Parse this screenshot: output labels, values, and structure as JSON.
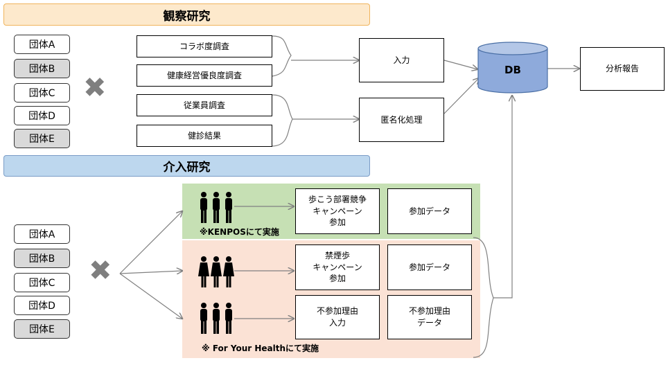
{
  "observational": {
    "title": "観察研究",
    "groups": [
      "団体A",
      "団体B",
      "団体C",
      "団体D",
      "団体E"
    ],
    "surveys": [
      "コラボ度調査",
      "健康経営優良度調査",
      "従業員調査",
      "健診結果"
    ],
    "input_label": "入力",
    "anonymize_label": "匿名化処理",
    "db_label": "DB",
    "report_label": "分析報告"
  },
  "intervention": {
    "title": "介入研究",
    "groups": [
      "団体A",
      "団体B",
      "団体C",
      "団体D",
      "団体E"
    ],
    "kenpos_note": "※KENPOSにて実施",
    "fyh_note": "※ For Your Healthにて実施",
    "campaign_walk": [
      "歩こう部署競争",
      "キャンペーン",
      "参加"
    ],
    "campaign_smoke": [
      "禁煙歩",
      "キャンペーン",
      "参加"
    ],
    "nonparticipation": [
      "不参加理由",
      "入力"
    ],
    "participation_data": "参加データ",
    "participation_data_2": "参加データ",
    "nonparticipation_data": [
      "不参加理由",
      "データ"
    ]
  },
  "cross_symbol": "✖",
  "colors": {
    "observational_banner": "#fde9cc",
    "intervention_banner": "#bdd7ee",
    "green_panel": "#c6e0b4",
    "peach_panel": "#fbe2d5",
    "db_fill": "#8eaadb",
    "shaded_group": "#d9d9d9",
    "cross": "#7f7f7f"
  },
  "icons": [
    "people-icon"
  ]
}
